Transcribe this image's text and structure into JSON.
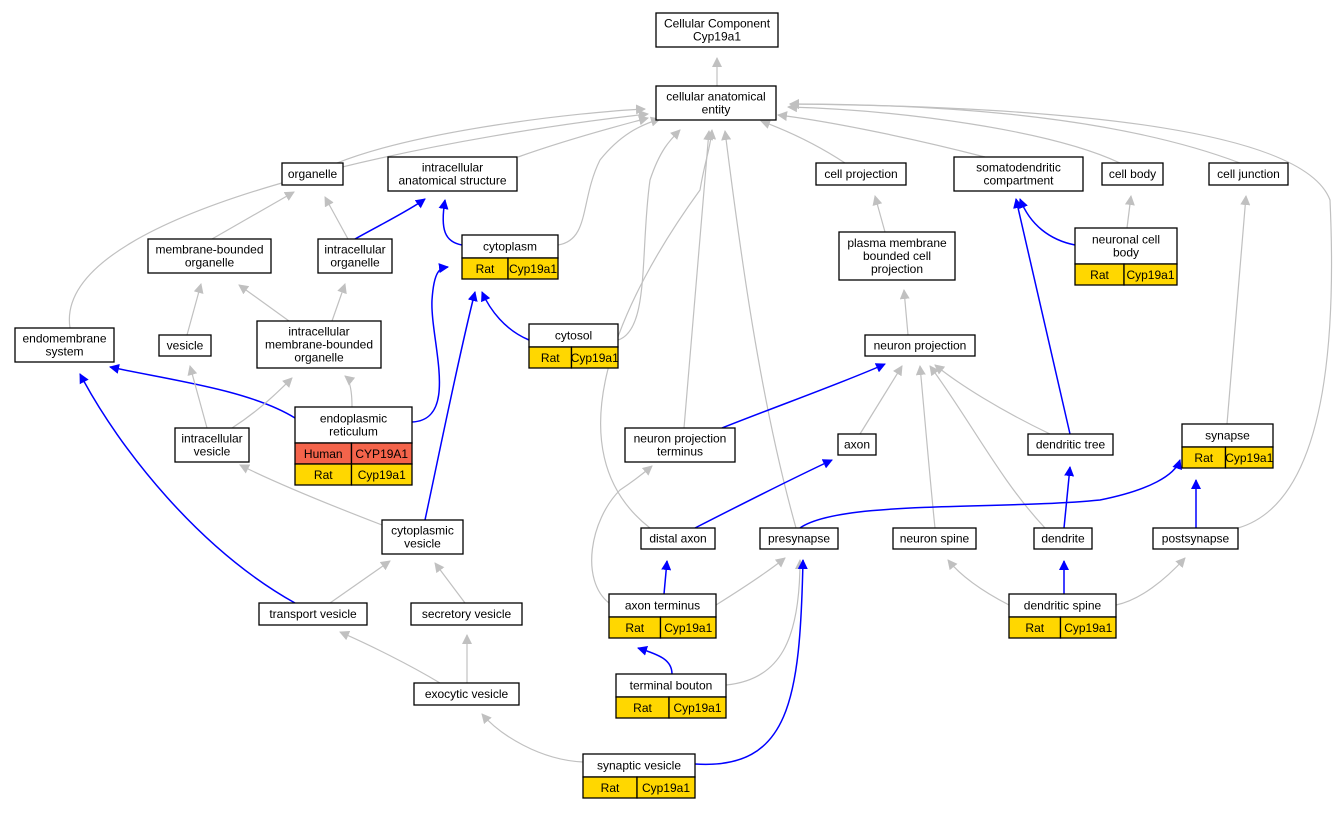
{
  "colors": {
    "edge_isa": "#c0c0c0",
    "edge_partof": "#0000ff",
    "human_cell": "#f4644b",
    "rat_cell": "#ffd700",
    "node_border": "#000000",
    "node_fill": "#ffffff"
  },
  "nodes": {
    "root": {
      "lines": [
        "Cellular Component",
        "Cyp19a1"
      ]
    },
    "cae": {
      "lines": [
        "cellular anatomical",
        "entity"
      ]
    },
    "organelle": {
      "lines": [
        "organelle"
      ]
    },
    "ias": {
      "lines": [
        "intracellular",
        "anatomical structure"
      ]
    },
    "cellproj": {
      "lines": [
        "cell projection"
      ]
    },
    "somato": {
      "lines": [
        "somatodendritic",
        "compartment"
      ]
    },
    "cellbody": {
      "lines": [
        "cell body"
      ]
    },
    "celljunc": {
      "lines": [
        "cell junction"
      ]
    },
    "mbo": {
      "lines": [
        "membrane-bounded",
        "organelle"
      ]
    },
    "intraorg": {
      "lines": [
        "intracellular",
        "organelle"
      ]
    },
    "cytoplasm": {
      "lines": [
        "cytoplasm"
      ],
      "rows": [
        [
          "Rat",
          "Cyp19a1"
        ]
      ]
    },
    "pmbcp": {
      "lines": [
        "plasma membrane",
        "bounded cell",
        "projection"
      ]
    },
    "ncb": {
      "lines": [
        "neuronal cell",
        "body"
      ],
      "rows": [
        [
          "Rat",
          "Cyp19a1"
        ]
      ]
    },
    "endomem": {
      "lines": [
        "endomembrane",
        "system"
      ]
    },
    "vesicle": {
      "lines": [
        "vesicle"
      ]
    },
    "imbo": {
      "lines": [
        "intracellular",
        "membrane-bounded",
        "organelle"
      ]
    },
    "cytosol": {
      "lines": [
        "cytosol"
      ],
      "rows": [
        [
          "Rat",
          "Cyp19a1"
        ]
      ]
    },
    "neuronproj": {
      "lines": [
        "neuron projection"
      ]
    },
    "er": {
      "lines": [
        "endoplasmic",
        "reticulum"
      ],
      "rows": [
        [
          "Human",
          "CYP19A1"
        ],
        [
          "Rat",
          "Cyp19a1"
        ]
      ]
    },
    "ivesicle": {
      "lines": [
        "intracellular",
        "vesicle"
      ]
    },
    "npt": {
      "lines": [
        "neuron projection",
        "terminus"
      ]
    },
    "axon": {
      "lines": [
        "axon"
      ]
    },
    "dtree": {
      "lines": [
        "dendritic tree"
      ]
    },
    "synapse": {
      "lines": [
        "synapse"
      ],
      "rows": [
        [
          "Rat",
          "Cyp19a1"
        ]
      ]
    },
    "cytovesicle": {
      "lines": [
        "cytoplasmic",
        "vesicle"
      ]
    },
    "distalaxon": {
      "lines": [
        "distal axon"
      ]
    },
    "presynapse": {
      "lines": [
        "presynapse"
      ]
    },
    "nspine": {
      "lines": [
        "neuron spine"
      ]
    },
    "dendrite": {
      "lines": [
        "dendrite"
      ]
    },
    "postsynapse": {
      "lines": [
        "postsynapse"
      ]
    },
    "transport": {
      "lines": [
        "transport vesicle"
      ]
    },
    "secretory": {
      "lines": [
        "secretory vesicle"
      ]
    },
    "axonterm": {
      "lines": [
        "axon terminus"
      ],
      "rows": [
        [
          "Rat",
          "Cyp19a1"
        ]
      ]
    },
    "dspine": {
      "lines": [
        "dendritic spine"
      ],
      "rows": [
        [
          "Rat",
          "Cyp19a1"
        ]
      ]
    },
    "exocytic": {
      "lines": [
        "exocytic vesicle"
      ]
    },
    "tbouton": {
      "lines": [
        "terminal bouton"
      ],
      "rows": [
        [
          "Rat",
          "Cyp19a1"
        ]
      ]
    },
    "synvesicle": {
      "lines": [
        "synaptic vesicle"
      ],
      "rows": [
        [
          "Rat",
          "Cyp19a1"
        ]
      ]
    }
  },
  "edges": [
    {
      "from": "cae",
      "to": "root",
      "kind": "is_a"
    },
    {
      "from": "organelle",
      "to": "cae",
      "kind": "is_a"
    },
    {
      "from": "ias",
      "to": "cae",
      "kind": "is_a"
    },
    {
      "from": "cellproj",
      "to": "cae",
      "kind": "is_a"
    },
    {
      "from": "somato",
      "to": "cae",
      "kind": "is_a"
    },
    {
      "from": "cellbody",
      "to": "cae",
      "kind": "is_a"
    },
    {
      "from": "celljunc",
      "to": "cae",
      "kind": "is_a"
    },
    {
      "from": "endomem",
      "to": "cae",
      "kind": "is_a"
    },
    {
      "from": "cytoplasm",
      "to": "cae",
      "kind": "is_a"
    },
    {
      "from": "cytosol",
      "to": "cae",
      "kind": "is_a"
    },
    {
      "from": "npt",
      "to": "cae",
      "kind": "is_a"
    },
    {
      "from": "distalaxon",
      "to": "cae",
      "kind": "is_a"
    },
    {
      "from": "presynapse",
      "to": "cae",
      "kind": "is_a"
    },
    {
      "from": "postsynapse",
      "to": "cae",
      "kind": "is_a"
    },
    {
      "from": "mbo",
      "to": "organelle",
      "kind": "is_a"
    },
    {
      "from": "intraorg",
      "to": "organelle",
      "kind": "is_a"
    },
    {
      "from": "intraorg",
      "to": "ias",
      "kind": "part_of"
    },
    {
      "from": "cytoplasm",
      "to": "ias",
      "kind": "part_of"
    },
    {
      "from": "pmbcp",
      "to": "cellproj",
      "kind": "is_a"
    },
    {
      "from": "ncb",
      "to": "somato",
      "kind": "part_of"
    },
    {
      "from": "ncb",
      "to": "cellbody",
      "kind": "is_a"
    },
    {
      "from": "dtree",
      "to": "somato",
      "kind": "part_of"
    },
    {
      "from": "synapse",
      "to": "celljunc",
      "kind": "is_a"
    },
    {
      "from": "vesicle",
      "to": "mbo",
      "kind": "is_a"
    },
    {
      "from": "imbo",
      "to": "mbo",
      "kind": "is_a"
    },
    {
      "from": "imbo",
      "to": "intraorg",
      "kind": "is_a"
    },
    {
      "from": "er",
      "to": "imbo",
      "kind": "is_a"
    },
    {
      "from": "er",
      "to": "endomem",
      "kind": "part_of"
    },
    {
      "from": "er",
      "to": "cytoplasm",
      "kind": "part_of"
    },
    {
      "from": "cytosol",
      "to": "cytoplasm",
      "kind": "part_of"
    },
    {
      "from": "neuronproj",
      "to": "pmbcp",
      "kind": "is_a"
    },
    {
      "from": "ivesicle",
      "to": "vesicle",
      "kind": "is_a"
    },
    {
      "from": "ivesicle",
      "to": "imbo",
      "kind": "is_a"
    },
    {
      "from": "npt",
      "to": "neuronproj",
      "kind": "part_of"
    },
    {
      "from": "axon",
      "to": "neuronproj",
      "kind": "is_a"
    },
    {
      "from": "dtree",
      "to": "neuronproj",
      "kind": "is_a"
    },
    {
      "from": "nspine",
      "to": "neuronproj",
      "kind": "is_a"
    },
    {
      "from": "dendrite",
      "to": "neuronproj",
      "kind": "is_a"
    },
    {
      "from": "cytovesicle",
      "to": "ivesicle",
      "kind": "is_a"
    },
    {
      "from": "cytovesicle",
      "to": "cytoplasm",
      "kind": "part_of"
    },
    {
      "from": "distalaxon",
      "to": "axon",
      "kind": "part_of"
    },
    {
      "from": "presynapse",
      "to": "synapse",
      "kind": "part_of"
    },
    {
      "from": "dendrite",
      "to": "dtree",
      "kind": "part_of"
    },
    {
      "from": "postsynapse",
      "to": "synapse",
      "kind": "part_of"
    },
    {
      "from": "transport",
      "to": "cytovesicle",
      "kind": "is_a"
    },
    {
      "from": "transport",
      "to": "endomem",
      "kind": "part_of"
    },
    {
      "from": "secretory",
      "to": "cytovesicle",
      "kind": "is_a"
    },
    {
      "from": "axonterm",
      "to": "npt",
      "kind": "is_a"
    },
    {
      "from": "axonterm",
      "to": "distalaxon",
      "kind": "part_of"
    },
    {
      "from": "axonterm",
      "to": "presynapse",
      "kind": "is_a"
    },
    {
      "from": "dspine",
      "to": "nspine",
      "kind": "is_a"
    },
    {
      "from": "dspine",
      "to": "dendrite",
      "kind": "part_of"
    },
    {
      "from": "dspine",
      "to": "postsynapse",
      "kind": "is_a"
    },
    {
      "from": "exocytic",
      "to": "transport",
      "kind": "is_a"
    },
    {
      "from": "exocytic",
      "to": "secretory",
      "kind": "is_a"
    },
    {
      "from": "tbouton",
      "to": "axonterm",
      "kind": "part_of"
    },
    {
      "from": "tbouton",
      "to": "presynapse",
      "kind": "is_a"
    },
    {
      "from": "synvesicle",
      "to": "exocytic",
      "kind": "is_a"
    },
    {
      "from": "synvesicle",
      "to": "presynapse",
      "kind": "part_of"
    }
  ]
}
